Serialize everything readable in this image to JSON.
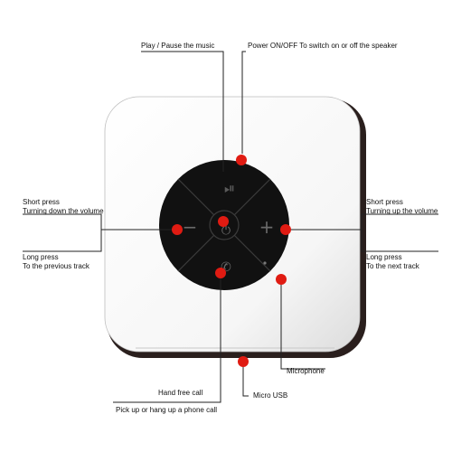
{
  "colors": {
    "body": "#ffffff",
    "rim": "#2a1f1d",
    "panel": "#111111",
    "marker": "#e01b12",
    "line": "#222222"
  },
  "buttons": {
    "play_pause": "⏯",
    "power": "⏻",
    "volume_down": "−",
    "volume_up": "+",
    "call": "✆"
  },
  "labels": {
    "play_pause": "Play / Pause the music",
    "power": "Power ON/OFF  To switch on or off the speaker",
    "short_press_left": "Short press",
    "turn_down": "Turning down the volume",
    "long_press_left": "Long press",
    "prev_track": "To the previous track",
    "short_press_right": "Short press",
    "turn_up": "Turning up the volume",
    "long_press_right": "Long press",
    "next_track": "To the next track",
    "microphone": "Microphone",
    "hand_free": "Hand free call",
    "micro_usb": "Micro USB",
    "pick_up": "Pick up or hang up a phone call"
  }
}
